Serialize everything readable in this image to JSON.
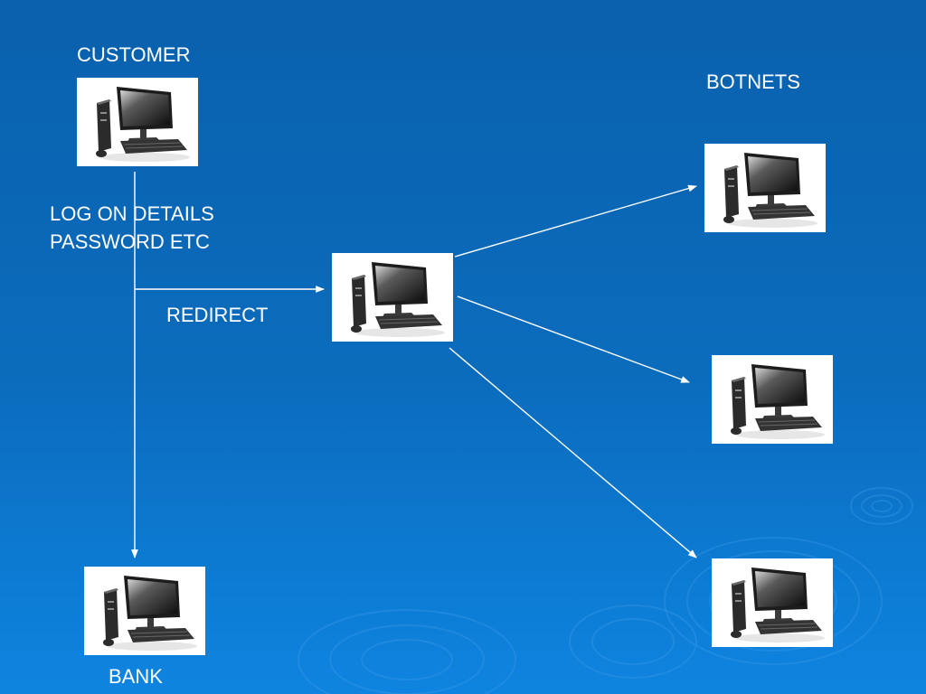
{
  "slide": {
    "background_color": "#0b6cbd",
    "text_color": "#ffffff",
    "arrow_color": "#ffffff"
  },
  "labels": {
    "customer": "CUSTOMER",
    "botnets": "BOTNETS",
    "logon_line1": "LOG ON DETAILS",
    "logon_line2": "PASSWORD ETC",
    "redirect": "REDIRECT",
    "bank": "BANK"
  },
  "nodes": [
    {
      "id": "customer",
      "icon": "desktop-computer-icon"
    },
    {
      "id": "attacker",
      "icon": "desktop-computer-icon"
    },
    {
      "id": "botnet-1",
      "icon": "desktop-computer-icon"
    },
    {
      "id": "botnet-2",
      "icon": "desktop-computer-icon"
    },
    {
      "id": "botnet-3",
      "icon": "desktop-computer-icon"
    },
    {
      "id": "bank",
      "icon": "desktop-computer-icon"
    }
  ],
  "edges": [
    {
      "from": "customer",
      "to": "bank"
    },
    {
      "from": "customer",
      "to": "attacker",
      "label": "REDIRECT"
    },
    {
      "from": "attacker",
      "to": "botnet-1"
    },
    {
      "from": "attacker",
      "to": "botnet-2"
    },
    {
      "from": "attacker",
      "to": "botnet-3"
    }
  ]
}
